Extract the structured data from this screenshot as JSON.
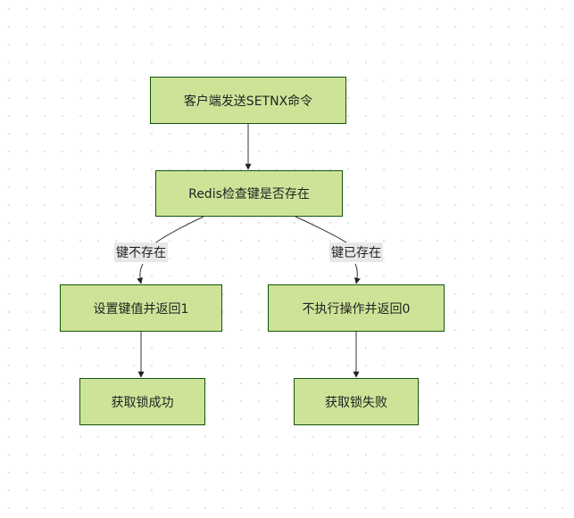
{
  "nodes": {
    "client_send": "客户端发送SETNX命令",
    "redis_check": "Redis检查键是否存在",
    "set_key": "设置键值并返回1",
    "no_op": "不执行操作并返回0",
    "lock_success": "获取锁成功",
    "lock_fail": "获取锁失败"
  },
  "edges": {
    "not_exists": "键不存在",
    "exists": "键已存在"
  },
  "colors": {
    "node_fill": "#cde498",
    "node_border": "#13540c",
    "edge": "#333333"
  }
}
